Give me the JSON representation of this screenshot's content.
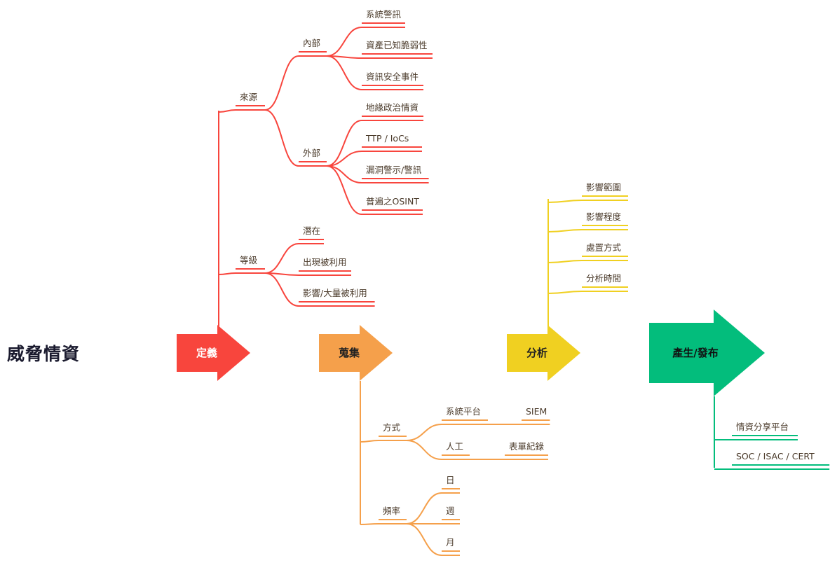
{
  "title": "威脅情資",
  "colors": {
    "define": "#f8453d",
    "collect": "#f5a04b",
    "analyze": "#f0d021",
    "publish": "#03bd7c",
    "node_text": "#4a3a2a",
    "publish_text": "#2f5d4a"
  },
  "stages": [
    {
      "id": "define",
      "label": "定義",
      "label_color": "#ffffff"
    },
    {
      "id": "collect",
      "label": "蒐集",
      "label_color": "#222222"
    },
    {
      "id": "analyze",
      "label": "分析",
      "label_color": "#222222"
    },
    {
      "id": "publish",
      "label": "產生/發布",
      "label_color": "#111111"
    }
  ],
  "define": {
    "branches": [
      {
        "label": "來源",
        "children": [
          {
            "label": "內部",
            "children": [
              "系統警訊",
              "資產已知脆弱性",
              "資訊安全事件"
            ]
          },
          {
            "label": "外部",
            "children": [
              "地緣政治情資",
              "TTP / IoCs",
              "漏洞警示/警訊",
              "普遍之OSINT"
            ]
          }
        ]
      },
      {
        "label": "等級",
        "children": [
          {
            "label": "潛在"
          },
          {
            "label": "出現被利用"
          },
          {
            "label": "影響/大量被利用"
          }
        ]
      }
    ]
  },
  "collect": {
    "branches": [
      {
        "label": "方式",
        "children": [
          {
            "label": "系統平台",
            "detail": "SIEM"
          },
          {
            "label": "人工",
            "detail": "表單紀錄"
          }
        ]
      },
      {
        "label": "頻率",
        "children": [
          {
            "label": "日"
          },
          {
            "label": "週"
          },
          {
            "label": "月"
          }
        ]
      }
    ]
  },
  "analyze": {
    "items": [
      "影響範圍",
      "影響程度",
      "處置方式",
      "分析時間"
    ]
  },
  "publish": {
    "items": [
      "情資分享平台",
      "SOC / ISAC / CERT"
    ]
  }
}
